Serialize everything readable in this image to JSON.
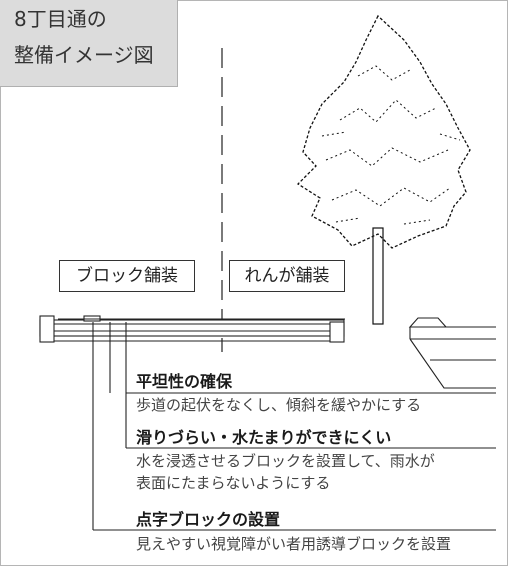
{
  "title": {
    "line1": "8丁目通の",
    "line2": "整備イメージ図"
  },
  "labels": {
    "block": "ブロック舗装",
    "brick": "れんが舗装"
  },
  "features": [
    {
      "heading": "平坦性の確保",
      "desc": [
        "歩道の起伏をなくし、傾斜を緩やかにする"
      ]
    },
    {
      "heading": "滑りづらい・水たまりができにくい",
      "desc": [
        "水を浸透させるブロックを設置して、雨水が",
        "表面にたまらないようにする"
      ]
    },
    {
      "heading": "点字ブロックの設置",
      "desc": [
        "見えやすい視覚障がい者用誘導ブロックを設置"
      ]
    }
  ]
}
